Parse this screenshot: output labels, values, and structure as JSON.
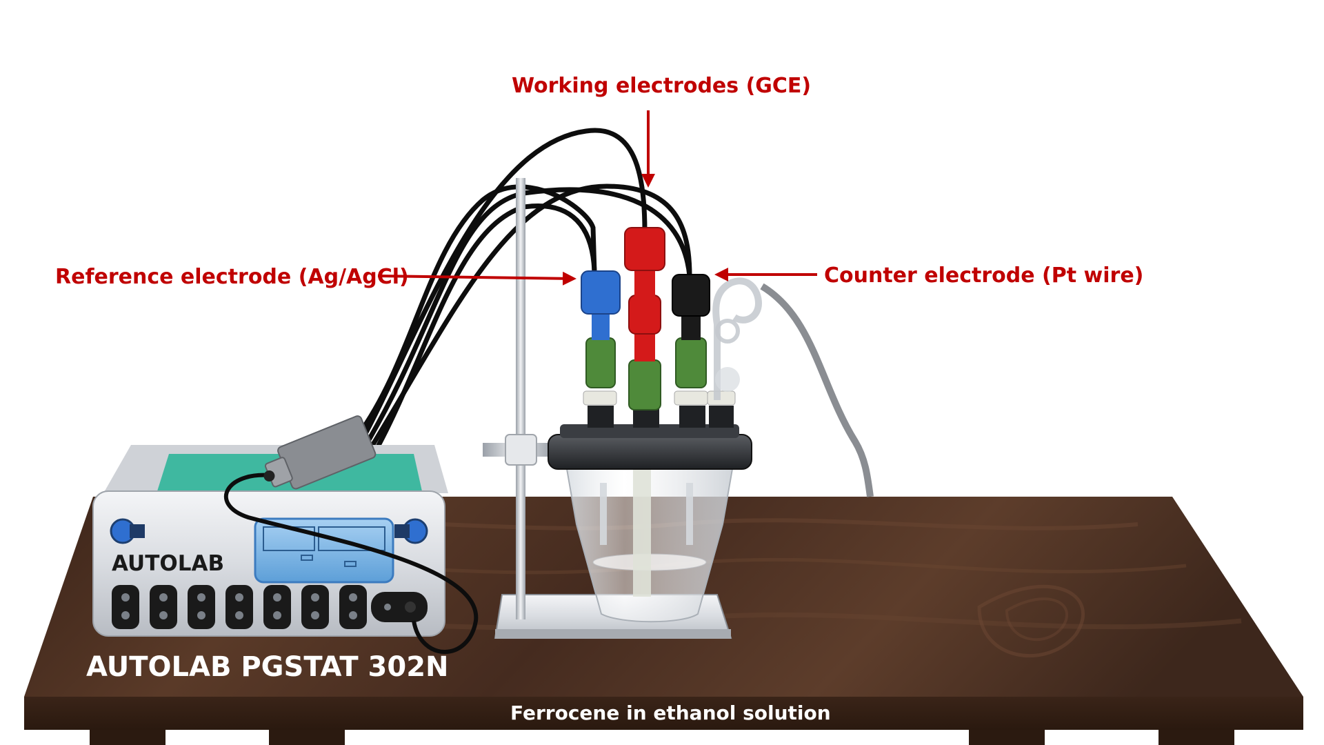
{
  "labels": {
    "working_electrodes": "Working electrodes (GCE)",
    "reference_electrode": "Reference electrode (Ag/AgCl)",
    "counter_electrode": "Counter electrode (Pt wire)",
    "device_panel_label": "AUTOLAB",
    "device_name": "AUTOLAB PGSTAT 302N",
    "solution": "Ferrocene in ethanol solution"
  },
  "colors": {
    "label_red": "#c00000",
    "arrow_red": "#c00000",
    "table_wood": "#4a2f22",
    "device_body": "#e2e4e8",
    "device_screen": "#7fb7e6",
    "device_top": "#3fb8a0",
    "clip_reference": "#2f6fd0",
    "clip_working": "#d41a1a",
    "clip_counter": "#1a1a1a",
    "electrode_sleeve": "#4f8a3a"
  }
}
